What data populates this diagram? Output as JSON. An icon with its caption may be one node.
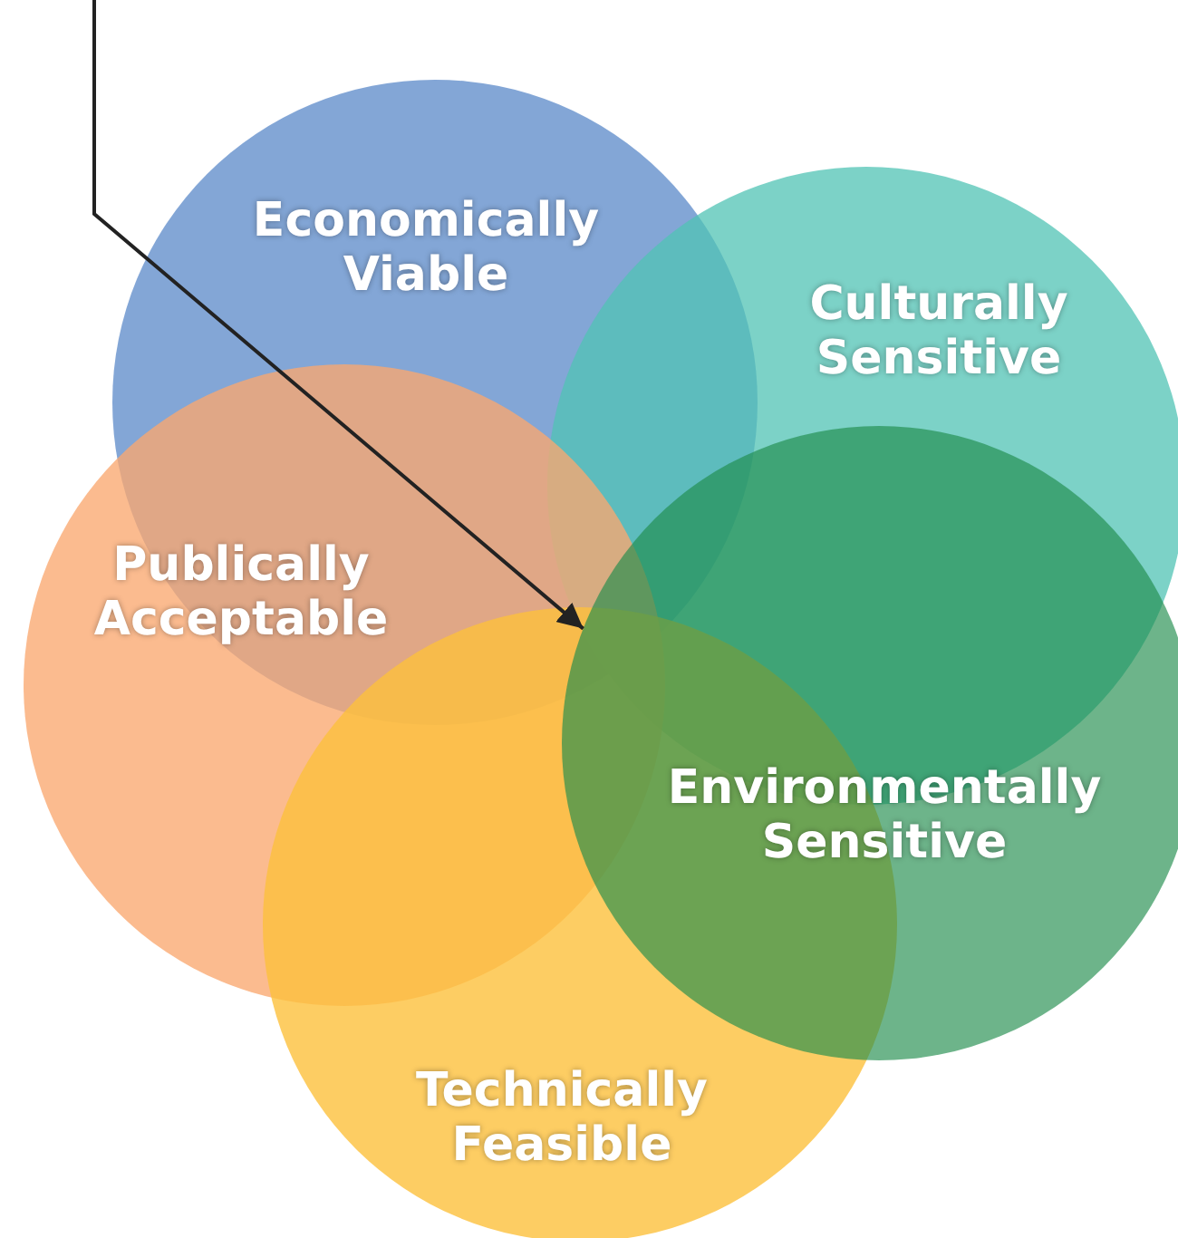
{
  "diagram": {
    "nodes": [
      {
        "text": [
          "Economically Viable"
        ]
      },
      {
        "text": [
          "Culturally Sensitive"
        ]
      },
      {
        "text": [
          "Publically Acceptable"
        ]
      },
      {
        "text": [
          "Technically Feasible"
        ]
      },
      {
        "text": [
          "Environmentally Sensitive"
        ]
      }
    ],
    "edges": [
      {
        "from": null,
        "to": 4,
        "arrow": "to"
      }
    ]
  }
}
